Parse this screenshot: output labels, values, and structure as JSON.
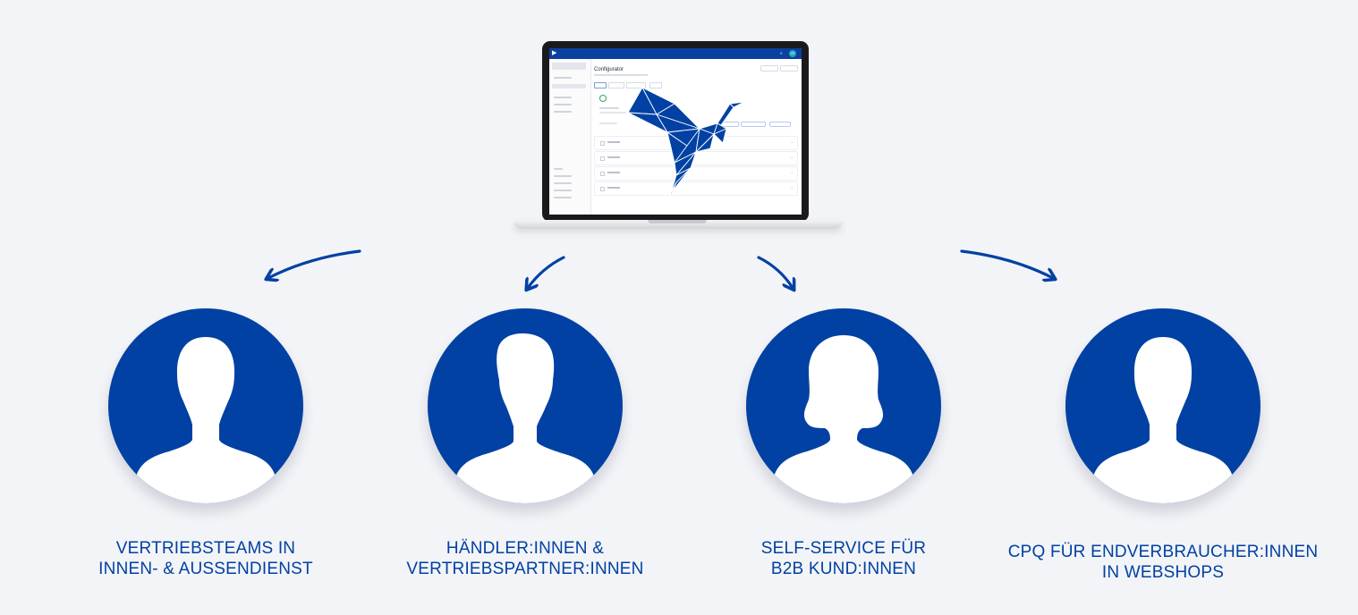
{
  "laptop": {
    "app_name": "Configurator",
    "avatar_initials": "CP"
  },
  "audiences": [
    {
      "line1": "VERTRIEBSTEAMS IN",
      "line2": "INNEN- & AUSSENDIENST"
    },
    {
      "line1": "HÄNDLER:INNEN &",
      "line2": "VERTRIEBSPARTNER:INNEN"
    },
    {
      "line1": "SELF-SERVICE FÜR",
      "line2": "B2B KUND:INNEN"
    },
    {
      "line1": "CPQ FÜR ENDVERBRAUCHER:INNEN",
      "line2": "IN WEBSHOPS"
    }
  ],
  "colors": {
    "brand_blue": "#0041a3",
    "background": "#f3f4f7"
  },
  "icons": [
    "laptop-icon",
    "origami-bird-icon",
    "person-silhouette-icon",
    "curved-arrow-icon"
  ]
}
